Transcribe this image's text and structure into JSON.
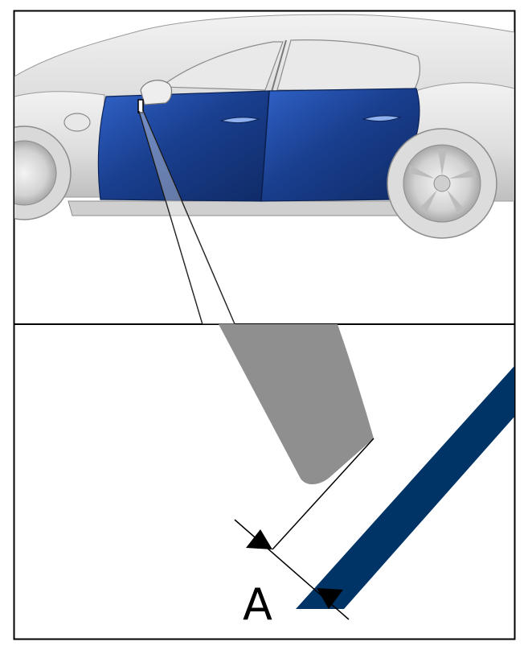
{
  "diagram": {
    "dimension_label": "A",
    "colors": {
      "door_panel": "#1a3f8f",
      "door_panel_highlight": "#2f62c8",
      "seal_strip": "#003366",
      "mirror_detail": "#8f8f8f",
      "car_body": "#e4e4e4",
      "frame": "#000000"
    },
    "views": {
      "upper": "side-view-car-doors-highlighted",
      "lower": "detail-gap-measurement"
    }
  }
}
